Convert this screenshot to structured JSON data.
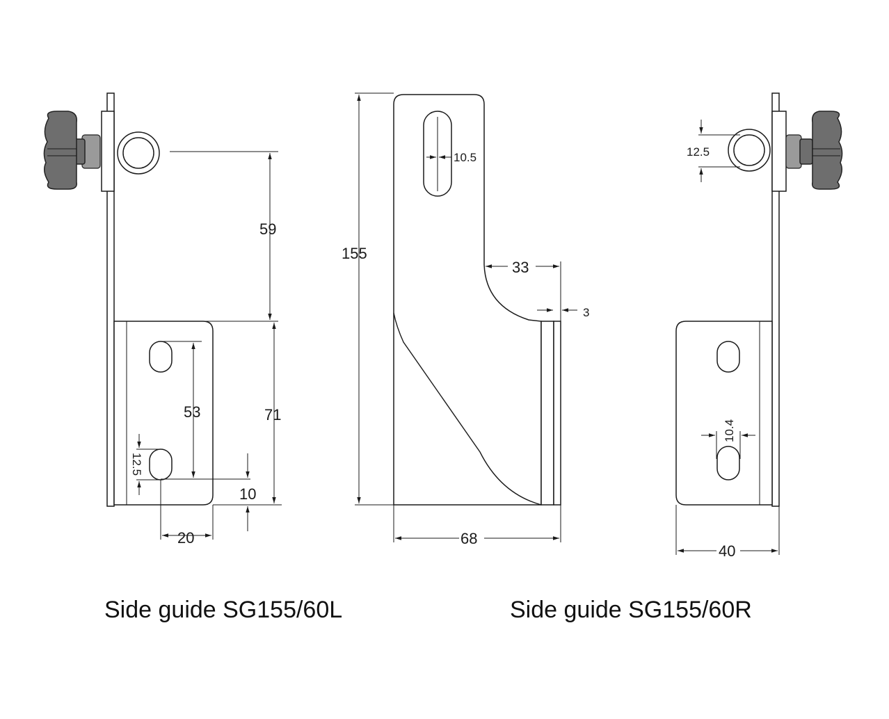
{
  "captions": {
    "left": "Side guide SG155/60L",
    "right": "Side guide SG155/60R"
  },
  "dimensions": {
    "left_view": {
      "roller_height": "59",
      "bracket_height": "71",
      "hole_spacing": "53",
      "slot_width": "12.5",
      "bottom_offset": "10",
      "hole_offset": "20"
    },
    "side_view": {
      "total_height": "155",
      "top_slot_width": "10.5",
      "step_width": "33",
      "thickness": "3",
      "total_width": "68"
    },
    "right_view": {
      "roller_diameter": "12.5",
      "slot_width": "10.4",
      "bracket_width": "40"
    }
  }
}
